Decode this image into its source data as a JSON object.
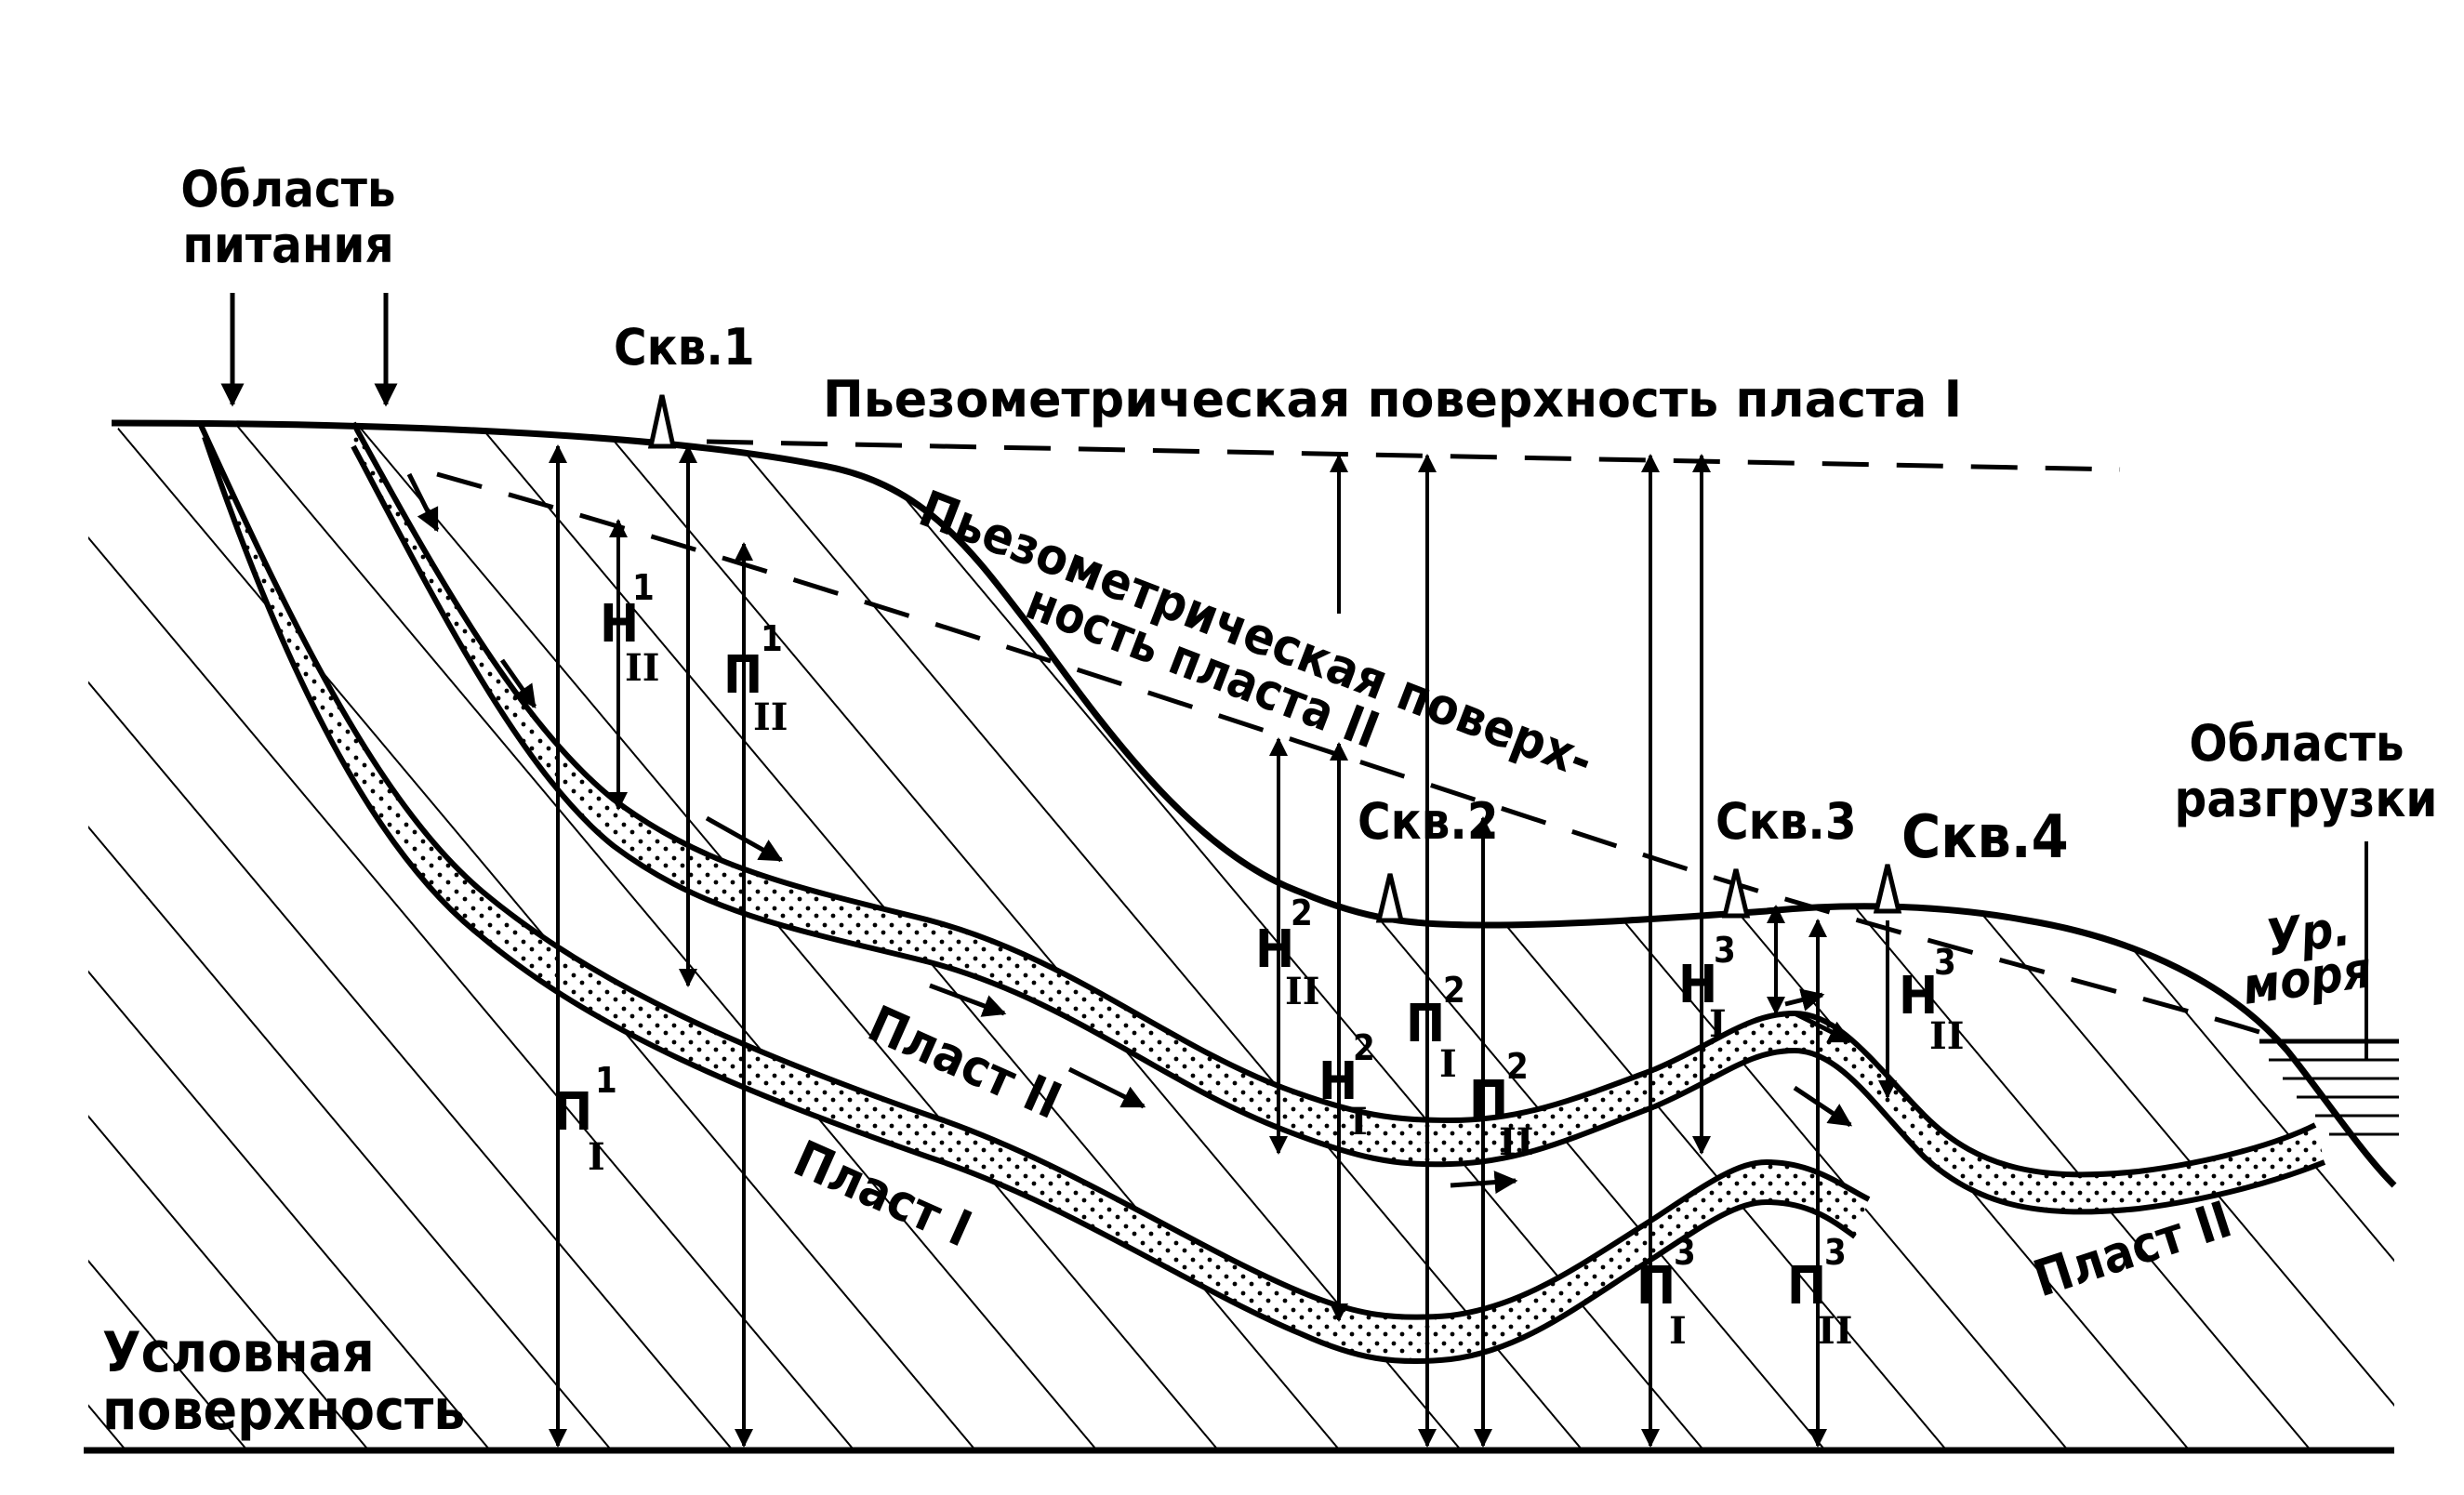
{
  "labels": {
    "recharge_area": [
      "Область",
      "питания"
    ],
    "discharge_area": [
      "Область",
      "разгрузки"
    ],
    "well_1": "Скв.1",
    "well_2": "Скв.2",
    "well_3": "Скв.3",
    "well_4": "Скв.4",
    "piezo_surface_1": "Пьезометрическая поверхность пласта I",
    "piezo_surface_2": [
      "Пьезометрическая поверх-",
      "ность пласта II"
    ],
    "layer_2_upper": "Пласт II",
    "layer_1": "Пласт I",
    "layer_2_right": "Пласт II",
    "sea_level": [
      "Ур.",
      "моря"
    ],
    "datum": [
      "Условная",
      "поверхность"
    ]
  },
  "symbols": {
    "H_II_1": {
      "base": "H",
      "sup": "1",
      "sub": "II"
    },
    "P_II_1": {
      "base": "П",
      "sup": "1",
      "sub": "II"
    },
    "P_I_1": {
      "base": "П",
      "sup": "1",
      "sub": "I"
    },
    "H_II_2": {
      "base": "H",
      "sup": "2",
      "sub": "II"
    },
    "H_I_2": {
      "base": "H",
      "sup": "2",
      "sub": "I"
    },
    "P_I_2": {
      "base": "П",
      "sup": "2",
      "sub": "I"
    },
    "P_II_2": {
      "base": "П",
      "sup": "2",
      "sub": "II"
    },
    "H_I_3": {
      "base": "H",
      "sup": "3",
      "sub": "I"
    },
    "H_II_3": {
      "base": "H",
      "sup": "3",
      "sub": "II"
    },
    "P_I_3": {
      "base": "П",
      "sup": "3",
      "sub": "I"
    },
    "P_II_3": {
      "base": "П",
      "sup": "3",
      "sub": "II"
    }
  },
  "colors": {
    "ink": "#000000",
    "paper": "#ffffff",
    "water": "#000000"
  }
}
